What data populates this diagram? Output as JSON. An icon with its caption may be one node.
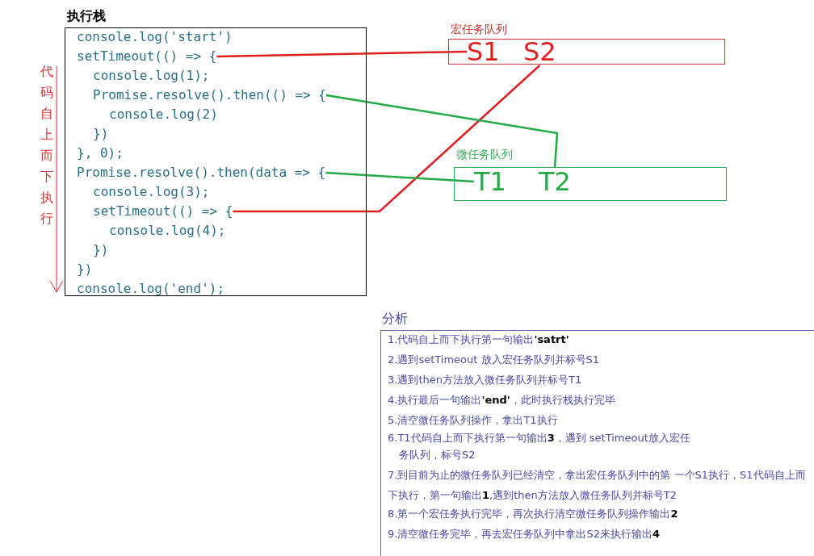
{
  "diagram": {
    "nodes": [
      {
        "text": [
          "执行栈"
        ]
      },
      {
        "text": [
          "console.log('start')"
        ],
        "in": 0
      },
      {
        "text": [
          "setTimeout(() => {"
        ],
        "in": 0
      },
      {
        "text": [
          "console.log(1);"
        ],
        "in": 0
      },
      {
        "text": [
          "Promise.resolve().then(() => {"
        ],
        "in": 0
      },
      {
        "text": [
          "console.log(2)"
        ],
        "in": 0
      },
      {
        "text": [
          "})"
        ],
        "in": 0
      },
      {
        "text": [
          "}, 0);"
        ],
        "in": 0
      },
      {
        "text": [
          "Promise.resolve().then(data => {"
        ],
        "in": 0
      },
      {
        "text": [
          "console.log(3);"
        ],
        "in": 0
      },
      {
        "text": [
          "setTimeout(() => {"
        ],
        "in": 0
      },
      {
        "text": [
          "console.log(4);"
        ],
        "in": 0
      },
      {
        "text": [
          "})"
        ],
        "in": 0
      },
      {
        "text": [
          "})"
        ],
        "in": 0
      },
      {
        "text": [
          "console.log('end');"
        ],
        "in": 0
      },
      {
        "text": [
          "宏任务队列"
        ]
      },
      {
        "text": [
          "S1"
        ],
        "in": 15
      },
      {
        "text": [
          "S2"
        ],
        "in": 15
      },
      {
        "text": [
          "微任务队列"
        ]
      },
      {
        "text": [
          "T1"
        ],
        "in": 18
      },
      {
        "text": [
          "T2"
        ],
        "in": 18
      },
      {
        "text": [
          "分析",
          "1.代码自上而下执行第一句输出**'satrt'**",
          "2.遇到setTimeout 放入宏任务队列并标号S1",
          "3.遇到then方法放入微任务队列并标号T1",
          "4.执行最后一句输出**'end'**，此时执行栈执行完毕",
          "5.清空微任务队列操作，拿出T1执行",
          "6.T1代码自上而下执行第一句输出**3**，遇到 setTimeout放入宏任务队列，标号S2",
          "7.到目前为止的微任务队列已经清空，拿出宏任务队列中的第 一个S1执行，S1代码自上而下执行，第一句输出**1**,遇到then方法放入微任务队列并标号T2",
          "8.第一个宏任务执行完毕，再次执行清空微任务队列操作输出**2**",
          "9.清空微任务完毕，再去宏任务队列中拿出S2来执行输出**4**"
        ]
      }
    ],
    "edges": [
      {
        "from": 2,
        "to": 16,
        "arrow": "none",
        "color": "#e02020"
      },
      {
        "from": 10,
        "to": 17,
        "arrow": "none",
        "color": "#e02020"
      },
      {
        "from": 4,
        "to": 20,
        "arrow": "none",
        "color": "#22aa44"
      },
      {
        "from": 8,
        "to": 19,
        "arrow": "none",
        "color": "#22aa44"
      }
    ],
    "labels": [
      "代码自上而下执行"
    ]
  }
}
